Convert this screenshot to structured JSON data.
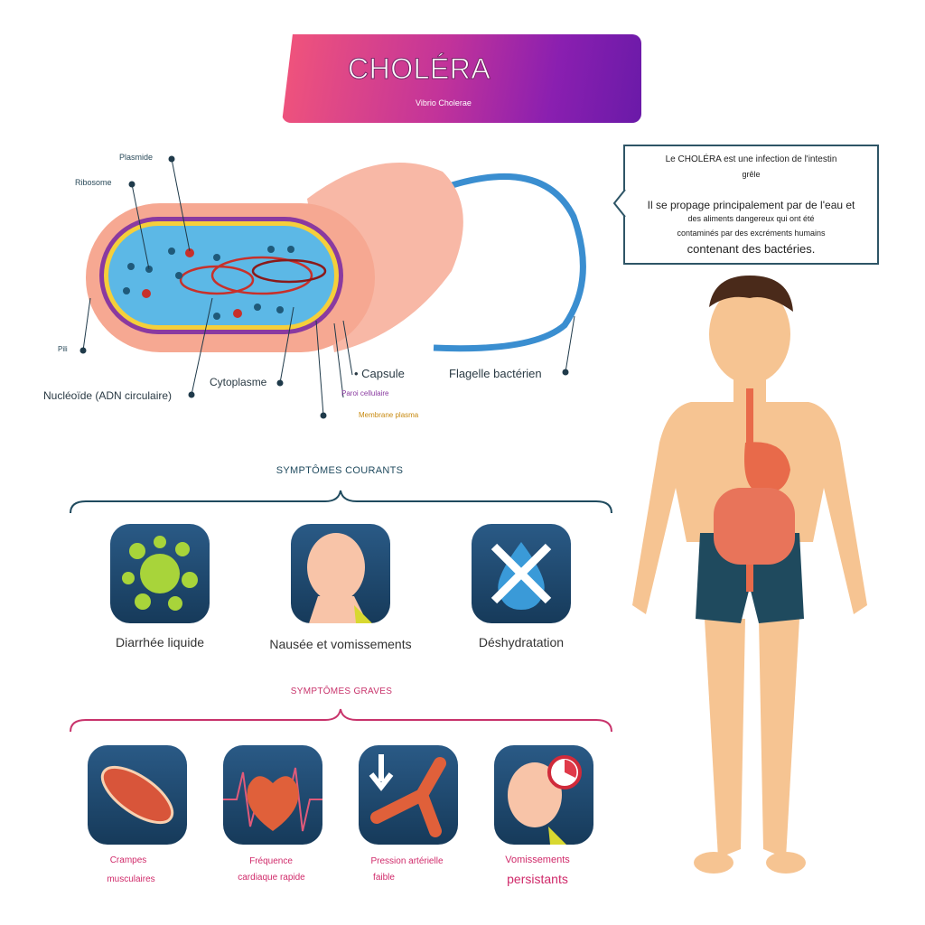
{
  "header": {
    "title": "CHOLÉRA",
    "subtitle": "Vibrio Cholerae"
  },
  "callout": {
    "line1": "Le CHOLÉRA est une infection de l'intestin",
    "line2": "grêle",
    "line3": "Il se propage principalement par de l'eau et",
    "line4": "des aliments dangereux qui ont été",
    "line5": "contaminés par des excréments humains",
    "line6": "contenant des bactéries."
  },
  "bacterium": {
    "plasmide": "Plasmide",
    "ribosome": "Ribosome",
    "pili": "Pili",
    "nucleoide": "Nucléoïde (ADN circulaire)",
    "cytoplasme": "Cytoplasme",
    "capsule": "• Capsule",
    "paroi": "Paroi cellulaire",
    "membrane": "Membrane plasma",
    "flagelle": "Flagelle bactérien"
  },
  "common": {
    "heading": "SYMPTÔMES COURANTS",
    "items": [
      {
        "label": "Diarrhée liquide"
      },
      {
        "label": "Nausée et vomissements"
      },
      {
        "label": "Déshydratation"
      }
    ]
  },
  "severe": {
    "heading": "SYMPTÔMES GRAVES",
    "items": [
      {
        "line1": "Crampes",
        "line2": "musculaires"
      },
      {
        "line1": "Fréquence",
        "line2": "cardiaque rapide"
      },
      {
        "line1": "Pression artérielle",
        "line2": "faible"
      },
      {
        "line1": "Vomissements",
        "line2": "persistants"
      }
    ]
  },
  "colors": {
    "accent_common": "#1f4a5e",
    "accent_severe": "#c8336b"
  }
}
